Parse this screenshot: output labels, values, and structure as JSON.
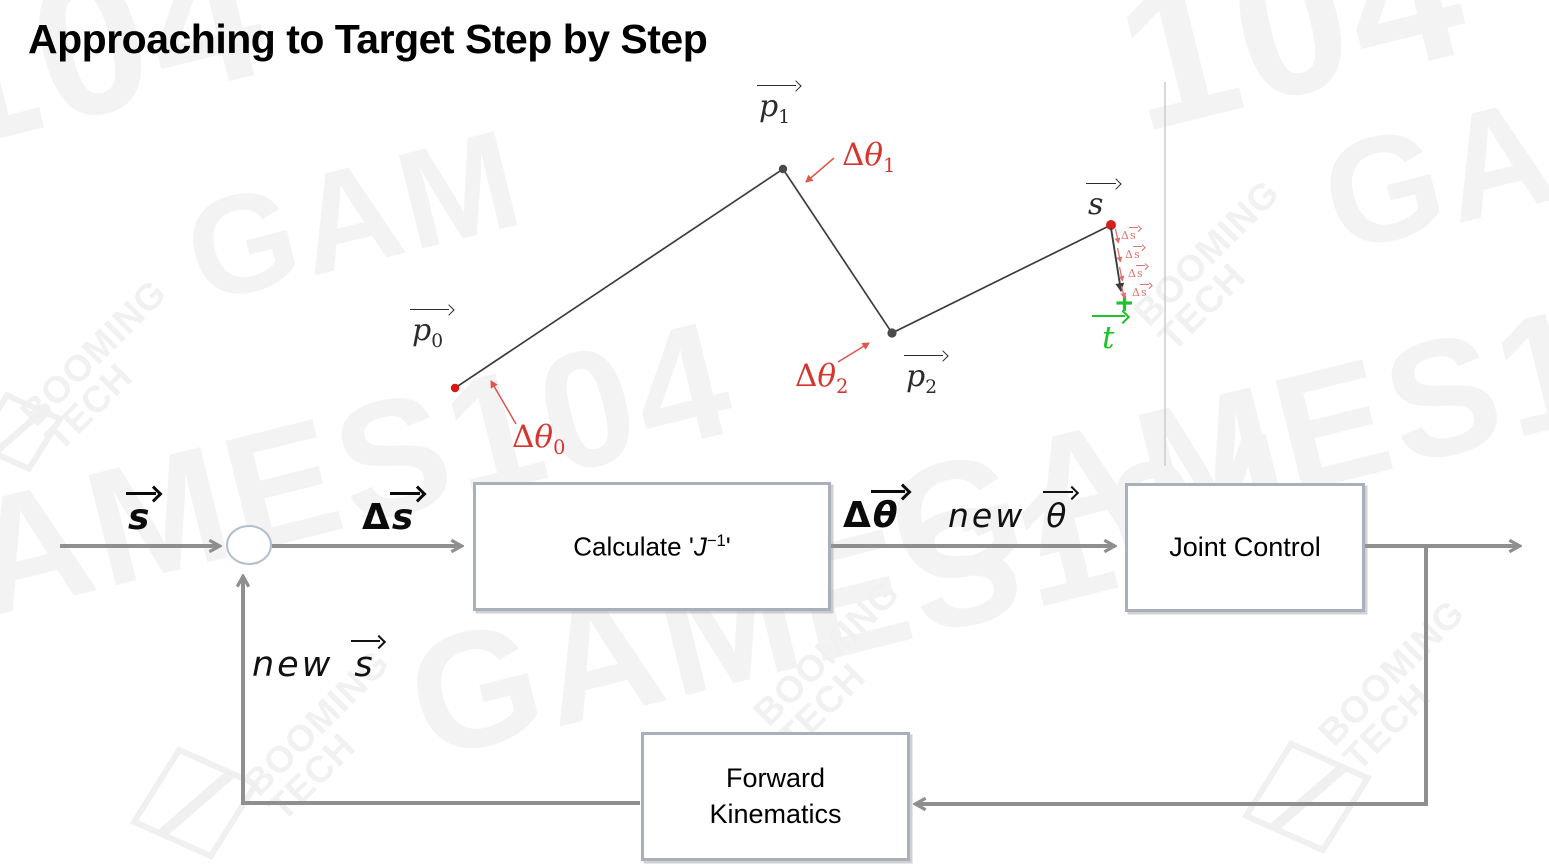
{
  "title": "Approaching to Target Step by Step",
  "arm": {
    "p0": {
      "base": "p",
      "sub": "0"
    },
    "p1": {
      "base": "p",
      "sub": "1"
    },
    "p2": {
      "base": "p",
      "sub": "2"
    },
    "s": {
      "base": "s"
    },
    "t": {
      "base": "t"
    },
    "dtheta0": {
      "delta": "Δ",
      "base": "θ",
      "sub": "0"
    },
    "dtheta1": {
      "delta": "Δ",
      "base": "θ",
      "sub": "1"
    },
    "dtheta2": {
      "delta": "Δ",
      "base": "θ",
      "sub": "2"
    },
    "ds": {
      "delta": "Δ",
      "base": "s"
    }
  },
  "flow": {
    "s_in": {
      "base": "s"
    },
    "delta_s": {
      "delta": "Δ",
      "base": "s"
    },
    "calc": {
      "text": "Calculate",
      "open": "'",
      "symbol": "J",
      "sup": "−1",
      "close": "'"
    },
    "delta_theta": {
      "delta": "Δ",
      "base": "θ"
    },
    "new_theta": {
      "word": "new",
      "base": "θ"
    },
    "joint": {
      "label": "Joint Control"
    },
    "fk": {
      "line1": "Forward",
      "line2": "Kinematics"
    },
    "new_s": {
      "word": "new",
      "base": "s"
    }
  },
  "colors": {
    "arrow_gray": "#8f8f8f",
    "box_border": "#a9b0bc",
    "arm_line": "#3c3c3c",
    "red_accent": "#d6342c",
    "red_light": "#e0716c",
    "green_target": "#1fc32b"
  },
  "watermarks": {
    "games": "GAMES104",
    "gam": "GAM",
    "game": "GAME",
    "num": "104",
    "booming": "BOOMING",
    "tech": "TECH"
  }
}
